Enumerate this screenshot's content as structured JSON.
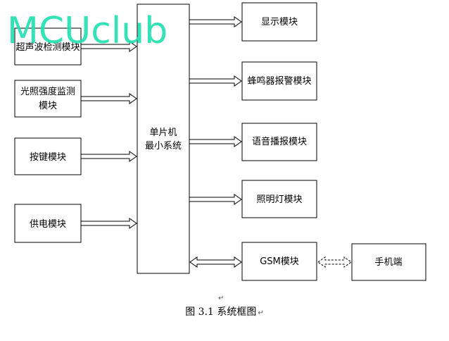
{
  "watermark": "MCUclub",
  "inputs": [
    "超声波检测模块",
    "光照强度监测模块",
    "按键模块",
    "供电模块"
  ],
  "center": {
    "line1": "单片机",
    "line2": "最小系统"
  },
  "outputs": [
    "显示模块",
    "蜂鸣器报警模块",
    "语音播报模块",
    "照明灯模块",
    "GSM模块"
  ],
  "remote": "手机端",
  "caption": "图 3.1 系统框图",
  "paragraph_mark": "↵",
  "colors": {
    "stroke": "#000000",
    "watermark": "#22e0b0"
  }
}
